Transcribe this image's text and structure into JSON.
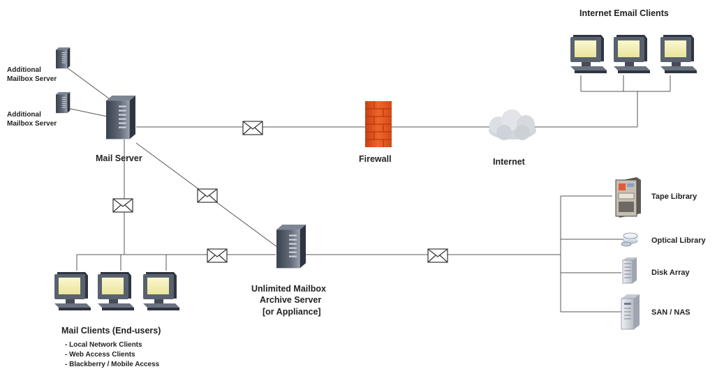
{
  "labels": {
    "additional_mailbox_1": [
      "Additional",
      "Mailbox Server"
    ],
    "additional_mailbox_2": [
      "Additional",
      "Mailbox Server"
    ],
    "mail_server": "Mail Server",
    "firewall": "Firewall",
    "internet": "Internet",
    "internet_email_clients": "Internet Email Clients",
    "tape_library": "Tape Library",
    "optical_library": "Optical Library",
    "disk_array": "Disk Array",
    "san_nas": "SAN / NAS",
    "archive_server": [
      "Unlimited Mailbox",
      "Archive Server",
      "[or Appliance]"
    ],
    "mail_clients_title": "Mail Clients (End-users)",
    "mail_clients_items": [
      "- Local Network Clients",
      "- Web Access Clients",
      "- Blackberry / Mobile Access"
    ]
  },
  "icons": [
    "server-icon",
    "firewall-icon",
    "cloud-icon",
    "computer-icon",
    "envelope-icon",
    "tape-library-icon",
    "optical-disc-icon",
    "disk-array-icon",
    "san-nas-icon"
  ],
  "colors": {
    "firewall": "#e8521f",
    "monitor_screen": "#f4f1b8",
    "device_body": "#4f5866",
    "cloud": "#d6d9de",
    "line": "#555555"
  }
}
